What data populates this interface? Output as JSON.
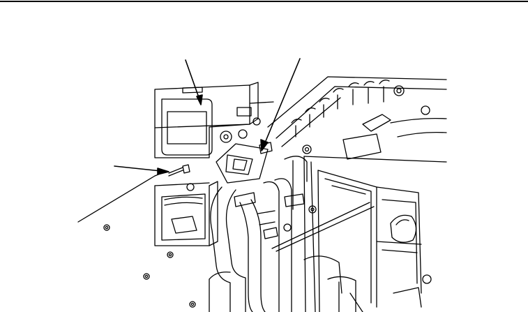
{
  "figure": {
    "kind": "technical-line-drawing",
    "subject": "engine-compartment-assembly",
    "callouts": [
      {
        "id": "callout-1",
        "points_to": "upper-duct-panel",
        "label": ""
      },
      {
        "id": "callout-2",
        "points_to": "bracket-clamp",
        "label": ""
      },
      {
        "id": "callout-3",
        "points_to": "mounting-screw",
        "label": ""
      }
    ]
  },
  "colors": {
    "line": "#000000",
    "background": "#ffffff"
  }
}
